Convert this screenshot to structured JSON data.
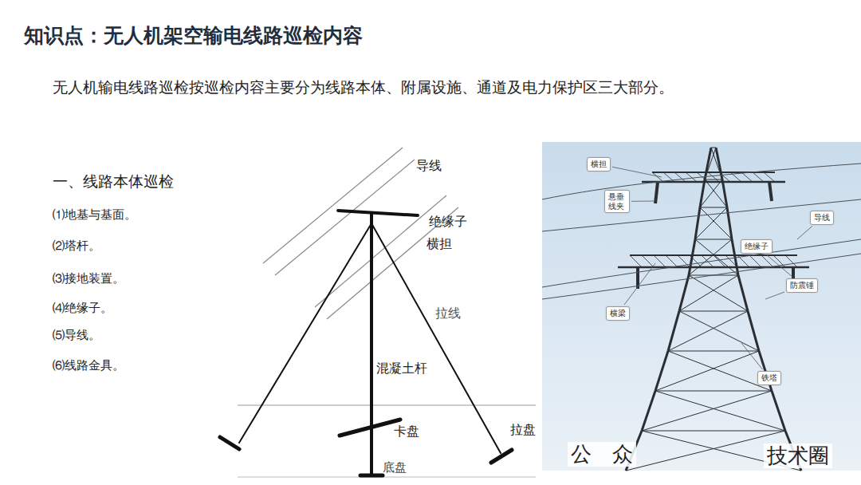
{
  "diagram": {
    "title": "知识点：无人机架空输电线路巡检内容",
    "nodes": [
      {
        "text": [
          "横担"
        ]
      },
      {
        "text": [
          "悬垂线夹"
        ]
      },
      {
        "text": [
          "导线"
        ]
      },
      {
        "text": [
          "绝缘子"
        ]
      },
      {
        "text": [
          "防震锤"
        ]
      },
      {
        "text": [
          "横梁"
        ]
      },
      {
        "text": [
          "铁塔"
        ]
      }
    ],
    "labels": [
      "无人机输电线路巡检按巡检内容主要分为线路本体、附属设施、通道及电力保护区三大部分。",
      "一、线路本体巡检",
      "⑴地基与基面。",
      "⑵塔杆。",
      "⑶接地装置。",
      "⑷绝缘子。",
      "⑸导线。",
      "⑹线路金具。",
      "导线",
      "绝缘子",
      "横担",
      "拉线",
      "混凝土杆",
      "卡盘",
      "拉盘",
      "底盘",
      "公　众",
      "技术圈"
    ]
  }
}
